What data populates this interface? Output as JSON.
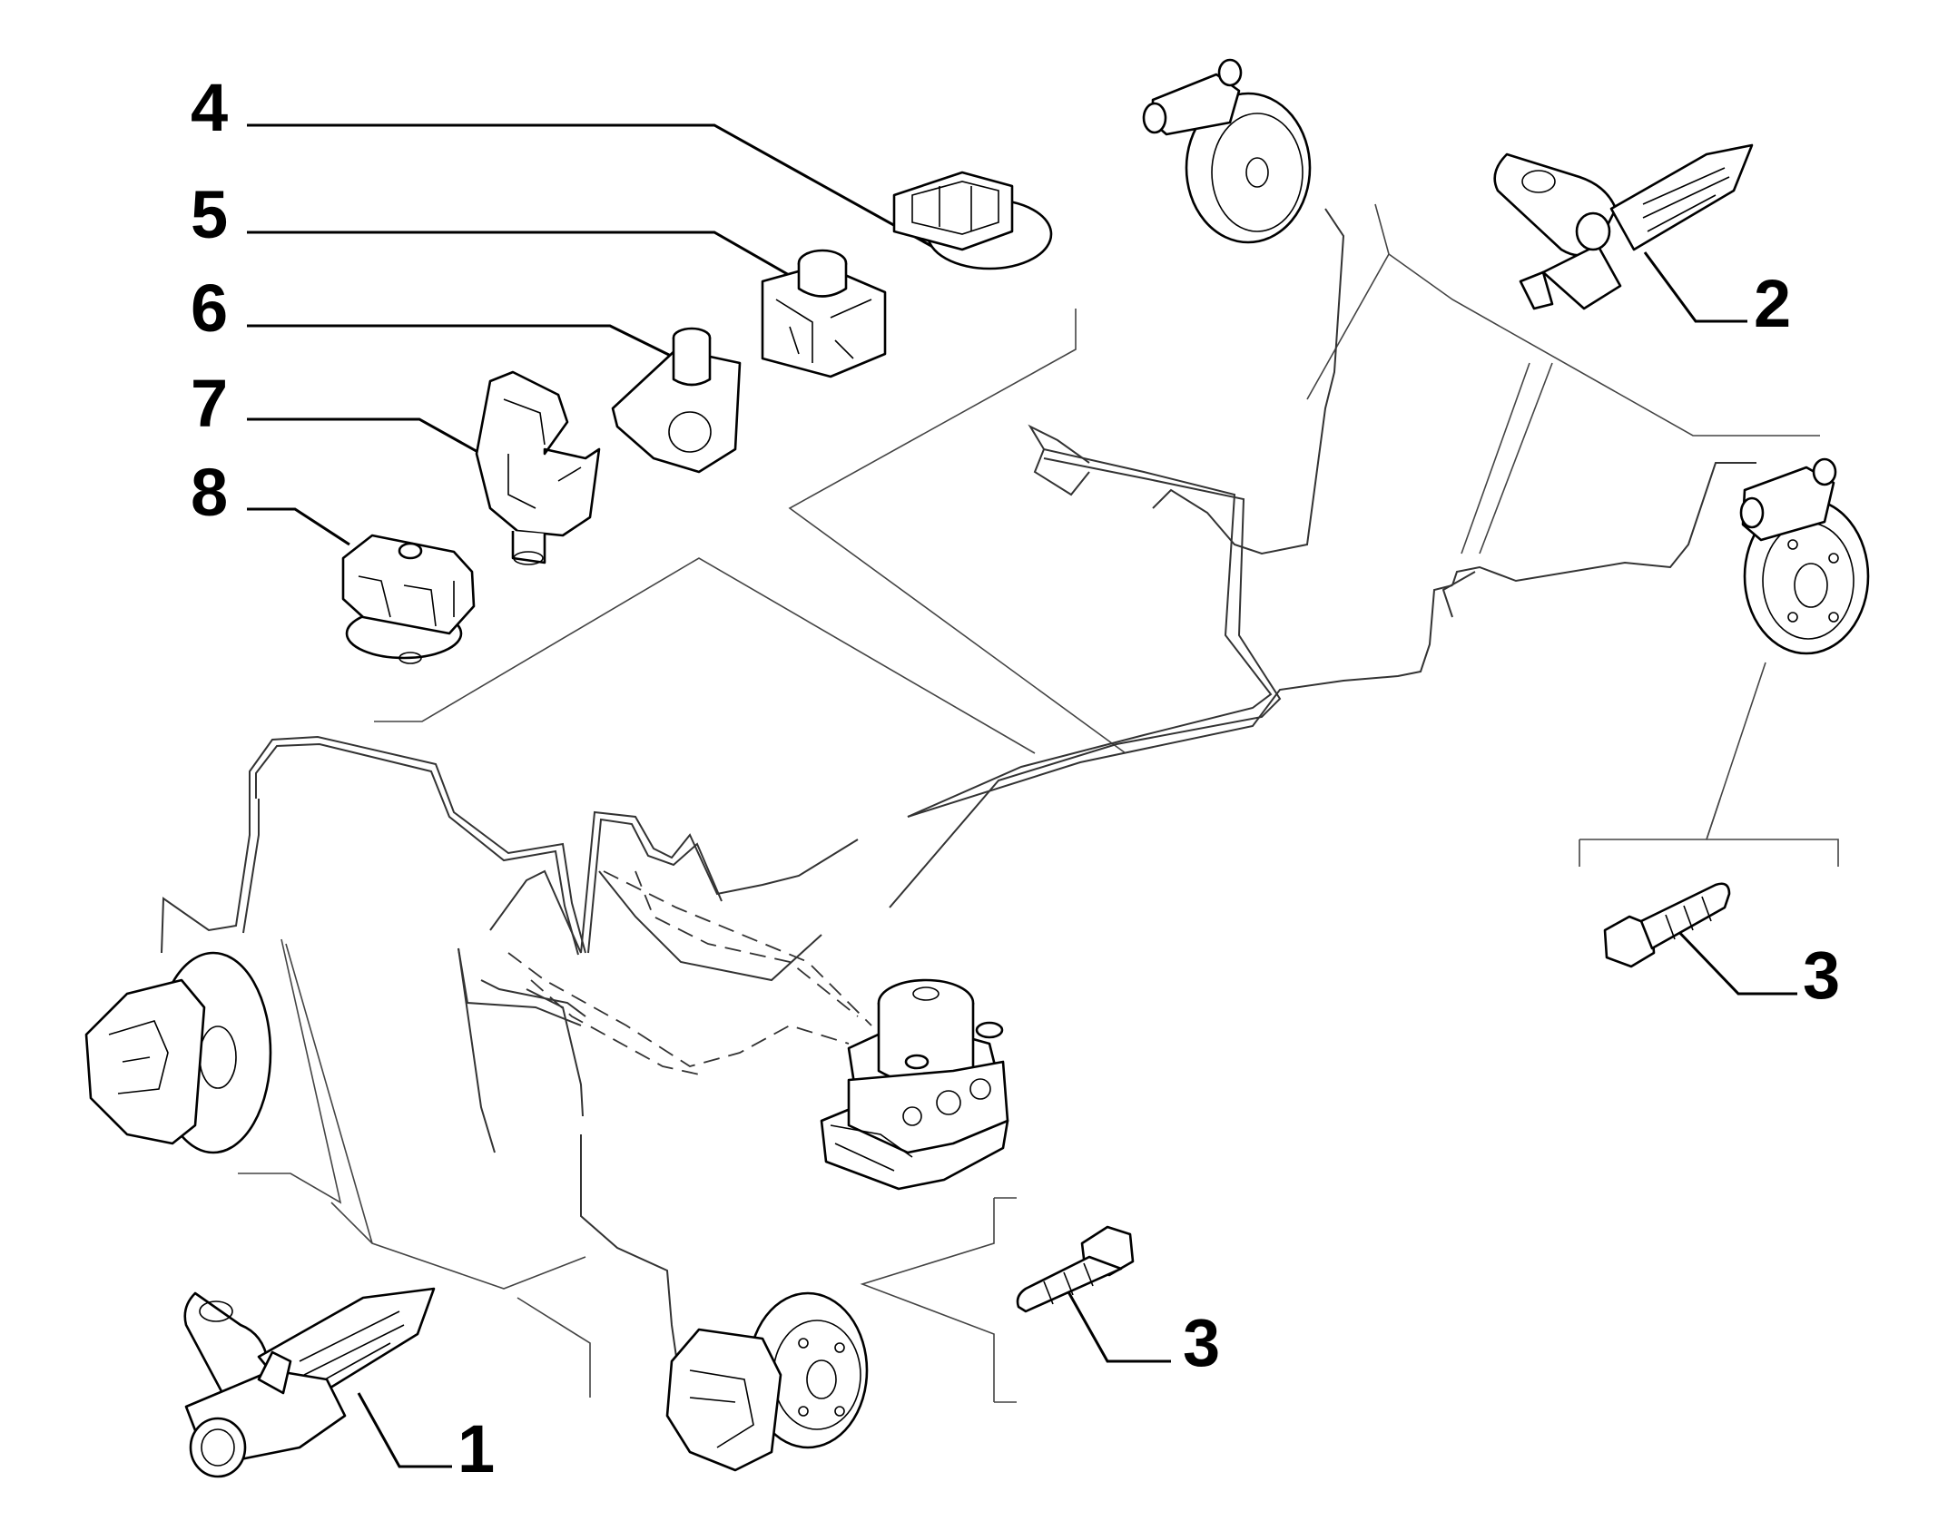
{
  "diagram": {
    "callouts": [
      {
        "id": "c4",
        "label": "4"
      },
      {
        "id": "c5",
        "label": "5"
      },
      {
        "id": "c6",
        "label": "6"
      },
      {
        "id": "c7",
        "label": "7"
      },
      {
        "id": "c8",
        "label": "8"
      },
      {
        "id": "c2",
        "label": "2"
      },
      {
        "id": "c3a",
        "label": "3"
      },
      {
        "id": "c3b",
        "label": "3"
      },
      {
        "id": "c1",
        "label": "1"
      }
    ]
  }
}
